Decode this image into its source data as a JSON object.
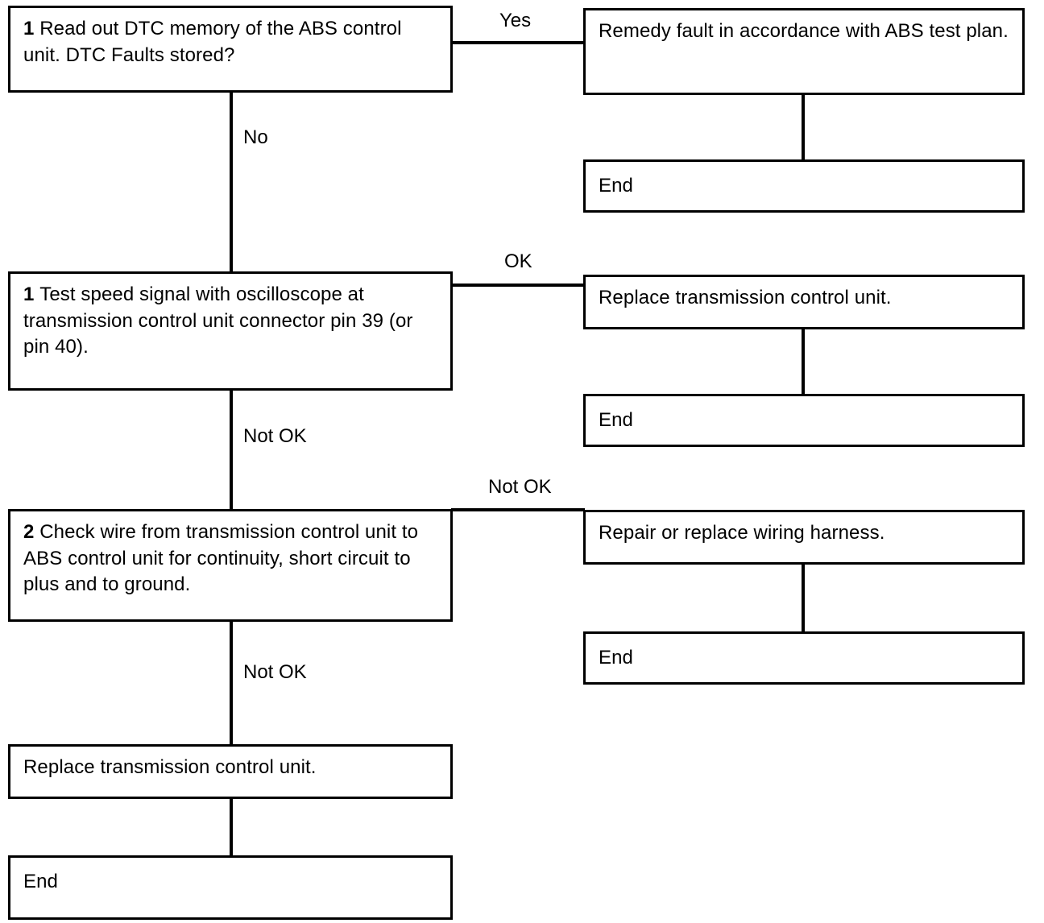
{
  "diagram": {
    "type": "flowchart",
    "title": "ABS / transmission control unit speed signal diagnostic test plan",
    "line_color": "#000000",
    "background_color": "#ffffff",
    "text_color": "#000000"
  },
  "nodes": {
    "step1_read_dtc": {
      "step": "1",
      "text": "Read out DTC memory of the ABS control unit. DTC Faults stored?"
    },
    "remedy_fault": {
      "step": "",
      "text": "Remedy fault in accordance with ABS test plan."
    },
    "end_1": {
      "step": "",
      "text": "End"
    },
    "step1_test_speed_signal": {
      "step": "1",
      "text": "Test speed signal with oscilloscope at transmission control unit connector pin 39 (or pin 40)."
    },
    "replace_tcu_1": {
      "step": "",
      "text": "Replace transmission control unit."
    },
    "end_2": {
      "step": "",
      "text": "End"
    },
    "step2_check_wire": {
      "step": "2",
      "text": "Check wire from transmission control unit to ABS control unit for continuity, short circuit to plus and to ground."
    },
    "repair_harness": {
      "step": "",
      "text": "Repair or replace wiring harness."
    },
    "end_3": {
      "step": "",
      "text": "End"
    },
    "replace_tcu_2": {
      "step": "",
      "text": "Replace transmission control unit."
    },
    "end_4": {
      "step": "",
      "text": "End"
    }
  },
  "edge_labels": {
    "yes_1": "Yes",
    "no_1": "No",
    "ok_2": "OK",
    "not_ok_2": "Not OK",
    "not_ok_3": "Not OK",
    "not_ok_4": "Not OK"
  }
}
